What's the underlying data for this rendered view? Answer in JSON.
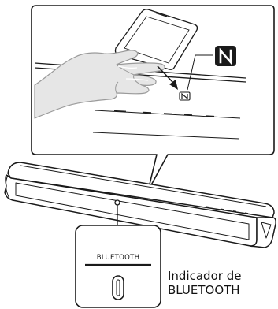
{
  "callout": {
    "button_label": "BLUETOOTH",
    "indicator_label_line1": "Indicador de",
    "indicator_label_line2": "BLUETOOTH"
  },
  "icons": {
    "nfc_mark": "nfc-n-mark",
    "nfc_small_mark": "nfc-small-mark",
    "hand": "hand",
    "smartphone": "smartphone",
    "arrow": "down-arrow",
    "soundbar": "soundbar",
    "indicator_led": "bluetooth-indicator-led"
  },
  "colors": {
    "line": "#1a1a1a",
    "hand_fill": "#e6e6e6",
    "hand_stroke": "#9a9a9a",
    "background": "#ffffff"
  }
}
